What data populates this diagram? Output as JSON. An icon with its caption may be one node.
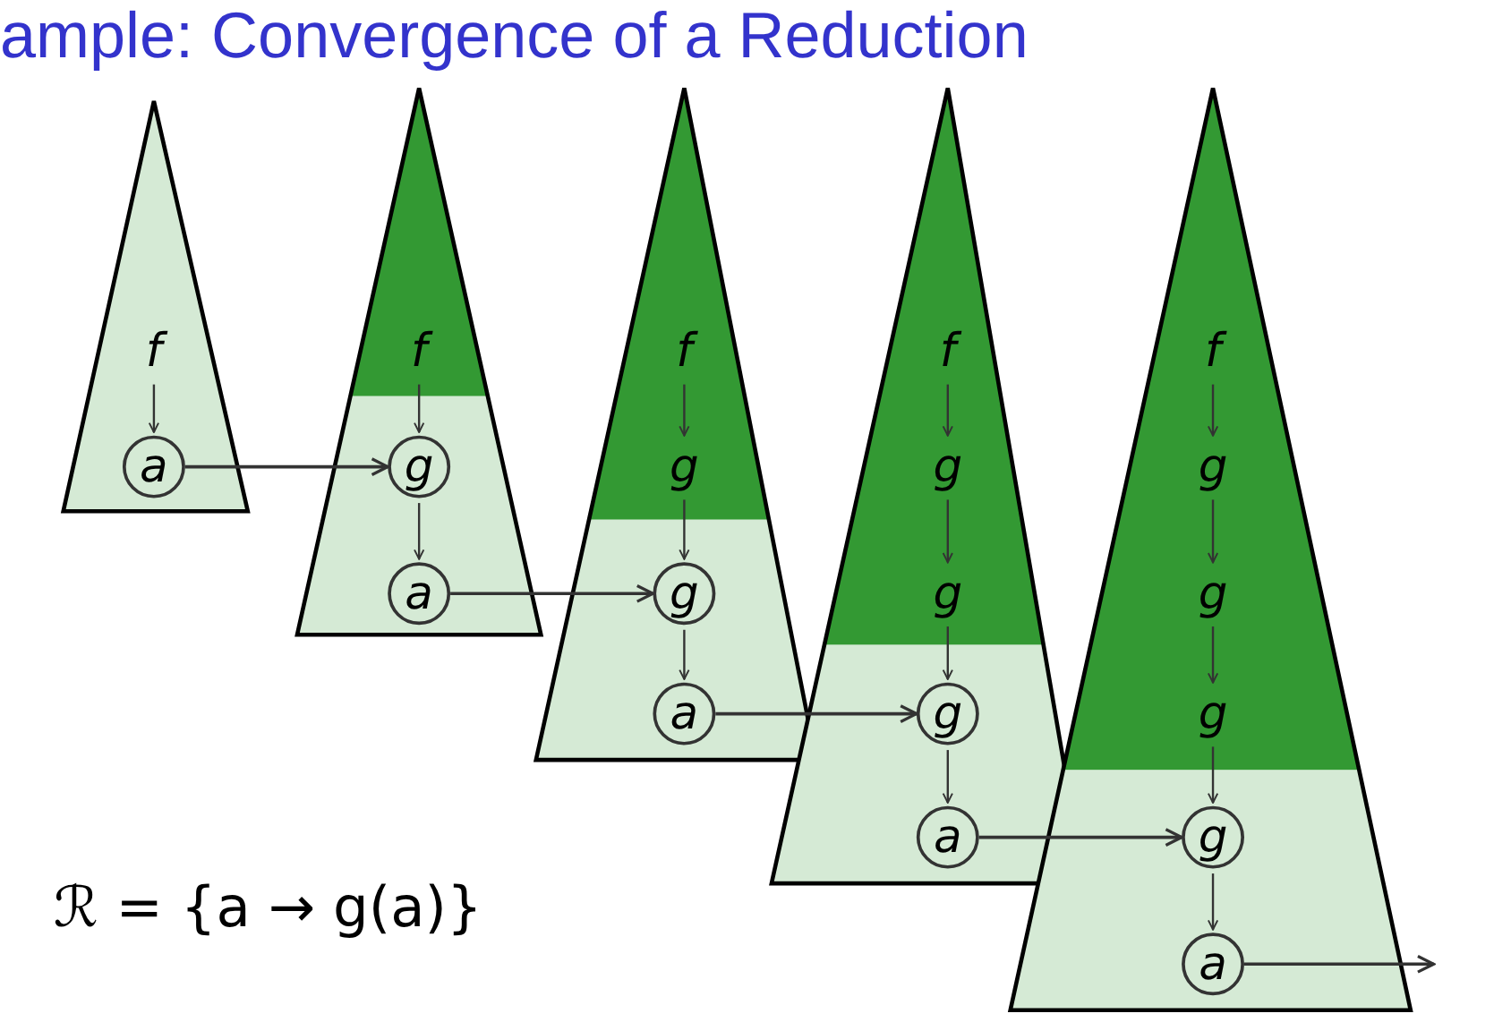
{
  "diagram": {
    "title": "ample: Convergence of a Reduction",
    "nodes": [
      {
        "text": [],
        "shape": "triangle"
      },
      {
        "text": [
          "f"
        ],
        "in": 0
      },
      {
        "text": [
          "a"
        ],
        "in": 0
      },
      {
        "text": [],
        "shape": "triangle"
      },
      {
        "text": [
          "f"
        ],
        "in": 3
      },
      {
        "text": [
          "g"
        ],
        "in": 3
      },
      {
        "text": [
          "a"
        ],
        "in": 3
      },
      {
        "text": [],
        "shape": "triangle"
      },
      {
        "text": [
          "f"
        ],
        "in": 7
      },
      {
        "text": [
          "g"
        ],
        "in": 7
      },
      {
        "text": [
          "g"
        ],
        "in": 7
      },
      {
        "text": [
          "a"
        ],
        "in": 7
      },
      {
        "text": [],
        "shape": "triangle"
      },
      {
        "text": [
          "f"
        ],
        "in": 12
      },
      {
        "text": [
          "g"
        ],
        "in": 12
      },
      {
        "text": [
          "g"
        ],
        "in": 12
      },
      {
        "text": [
          "g"
        ],
        "in": 12
      },
      {
        "text": [
          "a"
        ],
        "in": 12
      },
      {
        "text": [],
        "shape": "triangle"
      },
      {
        "text": [
          "f"
        ],
        "in": 18
      },
      {
        "text": [
          "g"
        ],
        "in": 18
      },
      {
        "text": [
          "g"
        ],
        "in": 18
      },
      {
        "text": [
          "g"
        ],
        "in": 18
      },
      {
        "text": [
          "g"
        ],
        "in": 18
      },
      {
        "text": [
          "a"
        ],
        "in": 18
      }
    ],
    "edges": [
      {
        "from": 1,
        "to": 2,
        "arrow": "to"
      },
      {
        "from": 4,
        "to": 5,
        "arrow": "to"
      },
      {
        "from": 5,
        "to": 6,
        "arrow": "to"
      },
      {
        "from": 8,
        "to": 9,
        "arrow": "to"
      },
      {
        "from": 9,
        "to": 10,
        "arrow": "to"
      },
      {
        "from": 10,
        "to": 11,
        "arrow": "to"
      },
      {
        "from": 13,
        "to": 14,
        "arrow": "to"
      },
      {
        "from": 14,
        "to": 15,
        "arrow": "to"
      },
      {
        "from": 15,
        "to": 16,
        "arrow": "to"
      },
      {
        "from": 16,
        "to": 17,
        "arrow": "to"
      },
      {
        "from": 19,
        "to": 20,
        "arrow": "to"
      },
      {
        "from": 20,
        "to": 21,
        "arrow": "to"
      },
      {
        "from": 21,
        "to": 22,
        "arrow": "to"
      },
      {
        "from": 22,
        "to": 23,
        "arrow": "to"
      },
      {
        "from": 23,
        "to": 24,
        "arrow": "to"
      },
      {
        "from": 2,
        "to": 5,
        "arrow": "to"
      },
      {
        "from": 6,
        "to": 10,
        "arrow": "to"
      },
      {
        "from": 11,
        "to": 16,
        "arrow": "to"
      },
      {
        "from": 17,
        "to": 23,
        "arrow": "to"
      },
      {
        "from": 24,
        "to": null,
        "arrow": "to"
      }
    ],
    "labels": [
      "ℛ = {a → g(a)}"
    ]
  }
}
